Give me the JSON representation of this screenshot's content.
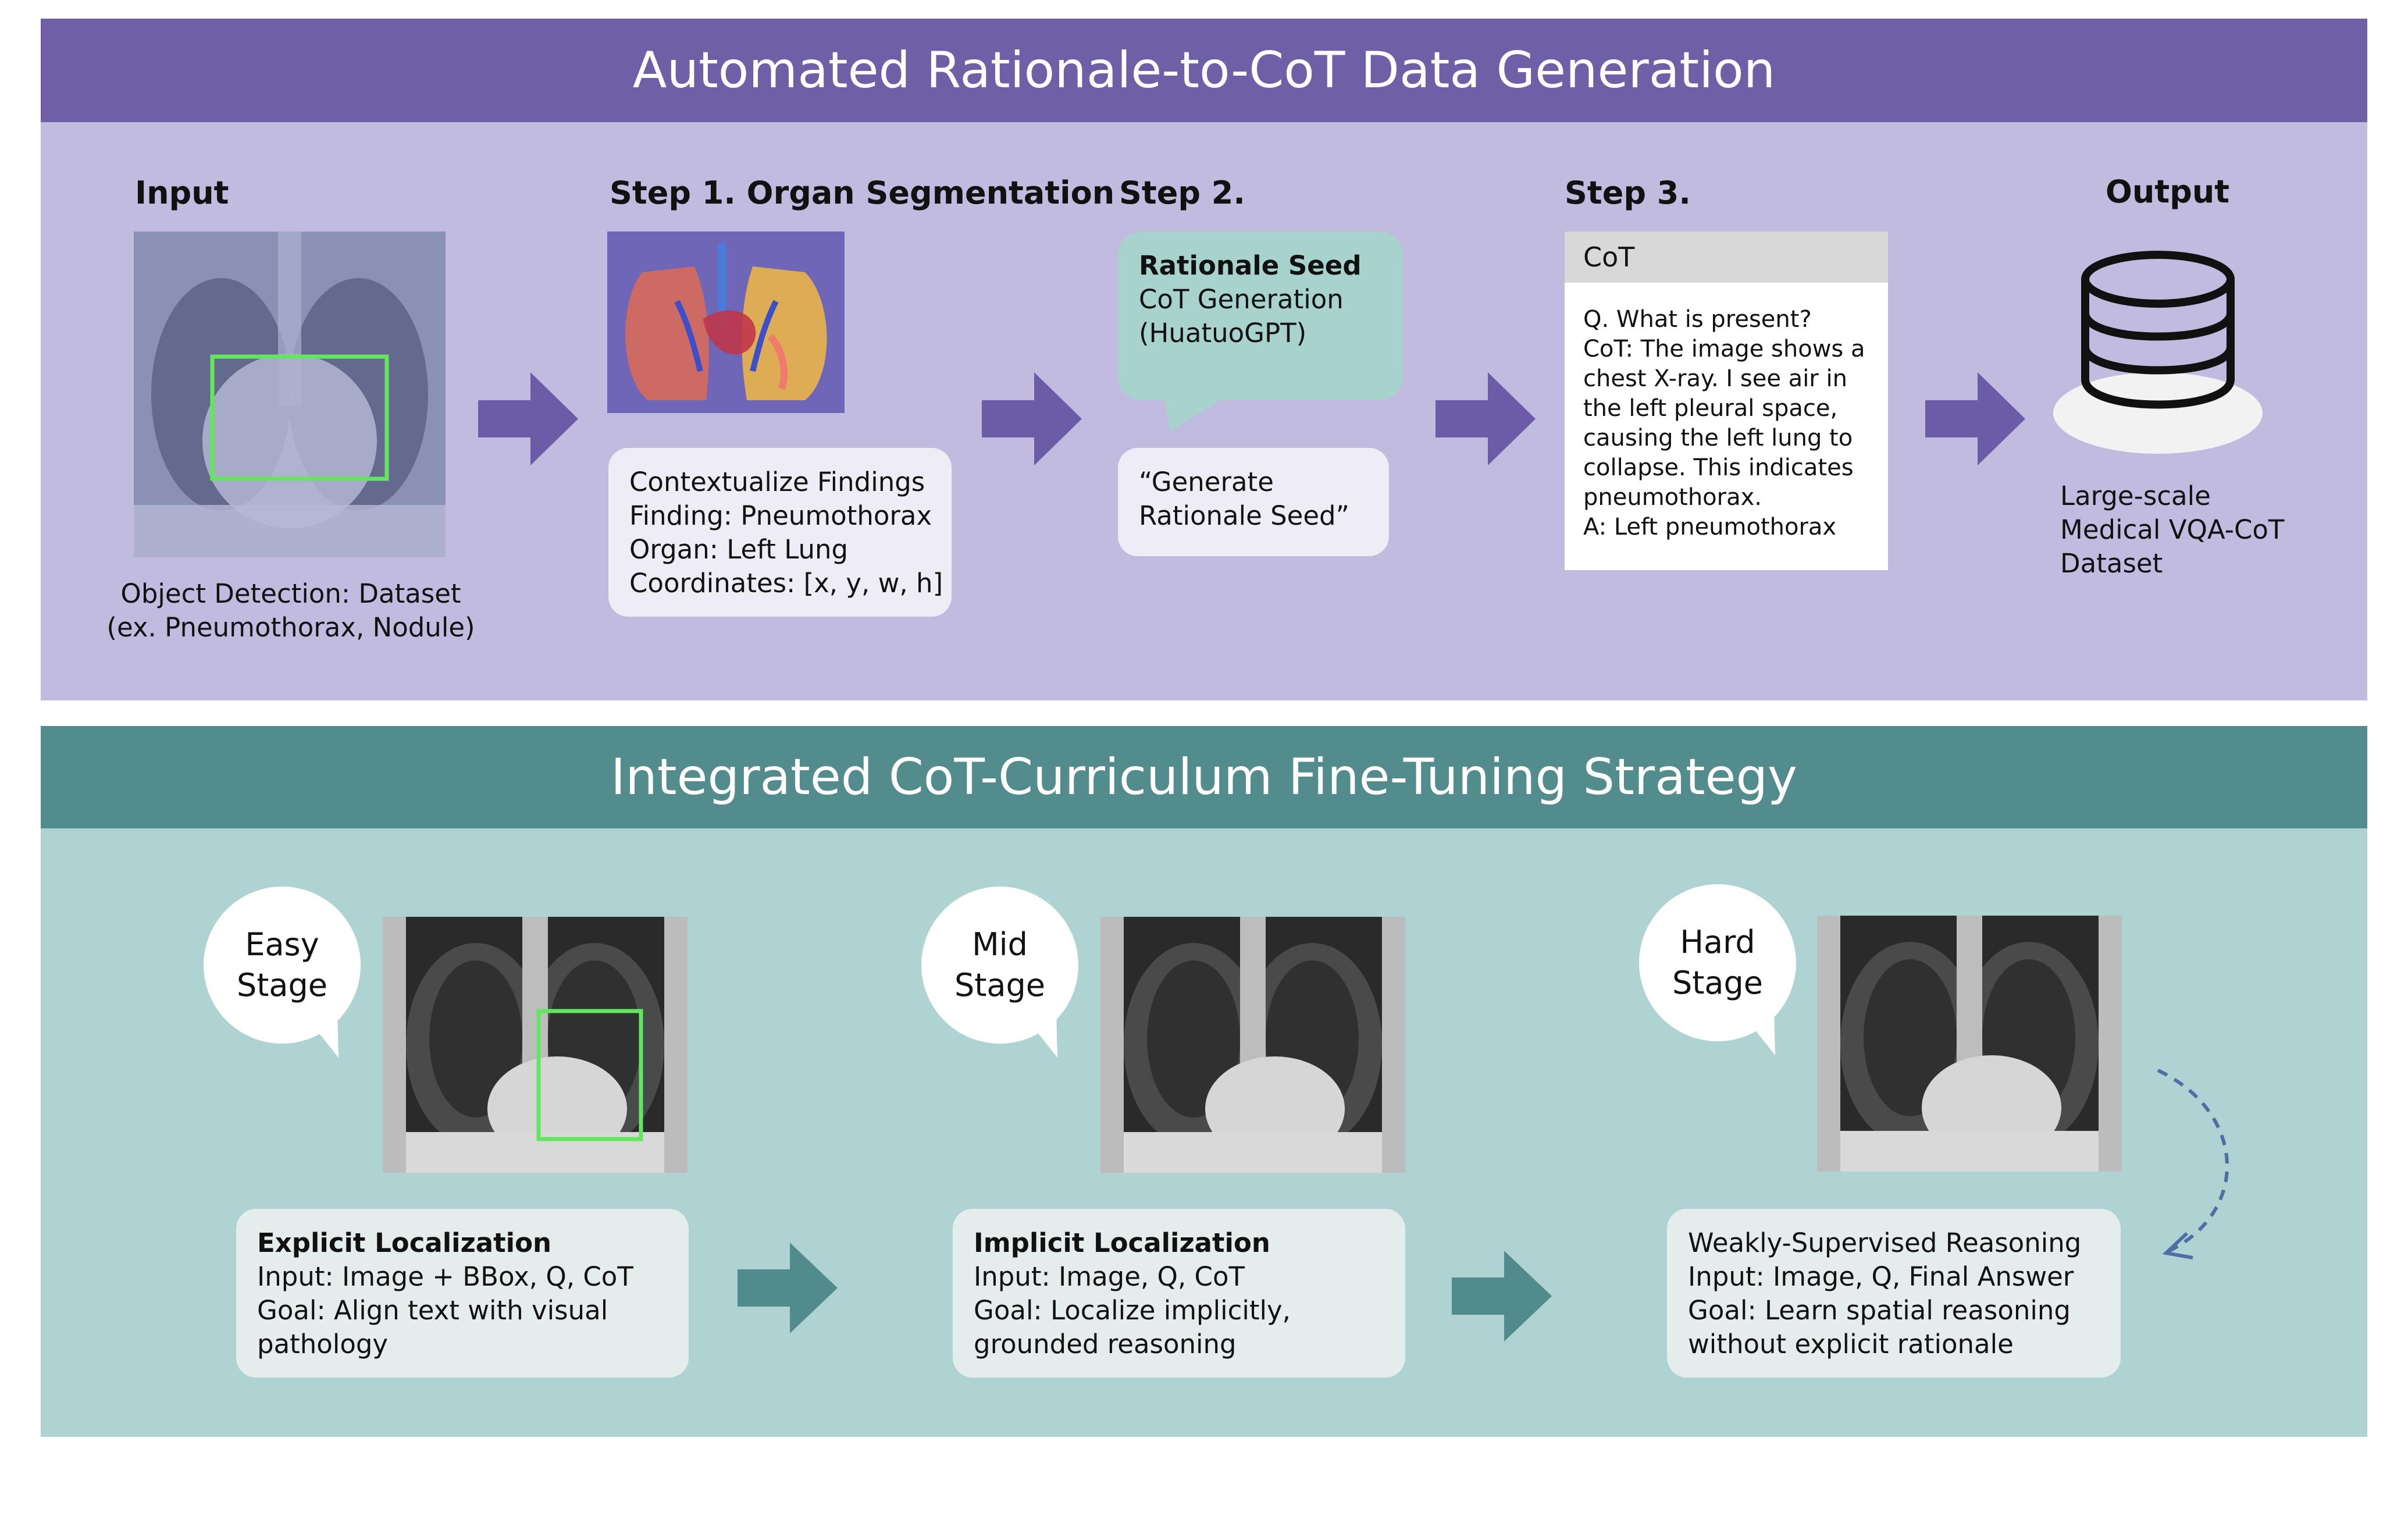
{
  "top": {
    "title": "Automated Rationale-to-CoT Data Generation",
    "input_label": "Input",
    "input_caption": [
      "Object Detection: Dataset",
      "(ex. Pneumothorax, Nodule)"
    ],
    "step1_label": "Step 1. Organ Segmentation",
    "step1_box": [
      "Contextualize Findings",
      "Finding: Pneumothorax",
      "Organ: Left Lung",
      "Coordinates: [x, y, w, h]"
    ],
    "step2_label": "Step 2.",
    "step2_bubble_title": "Rationale Seed",
    "step2_bubble_lines": [
      "CoT Generation",
      "(HuatuoGPT)"
    ],
    "step2_prompt": [
      "“Generate",
      "Rationale Seed”"
    ],
    "step3_label": "Step 3.",
    "step3_cot_header": "CoT",
    "step3_cot_lines": [
      "Q. What is present?",
      "CoT: The image shows a",
      "chest X-ray. I see air in",
      "the left pleural space,",
      "causing the left lung to",
      "collapse. This indicates",
      "pneumothorax.",
      "A: Left pneumothorax"
    ],
    "output_label": "Output",
    "output_caption": [
      "Large-scale",
      "Medical VQA-CoT",
      "Dataset"
    ]
  },
  "bottom": {
    "title": "Integrated CoT-Curriculum Fine-Tuning Strategy",
    "stages": [
      {
        "bubble": [
          "Easy",
          "Stage"
        ],
        "box_title": "Explicit Localization",
        "box_lines": [
          "Input: Image + BBox, Q, CoT",
          "Goal: Align text with visual",
          "pathology"
        ]
      },
      {
        "bubble": [
          "Mid",
          "Stage"
        ],
        "box_title": "Implicit Localization",
        "box_lines": [
          "Input: Image, Q, CoT",
          "Goal: Localize implicitly,",
          "grounded reasoning"
        ]
      },
      {
        "bubble": [
          "Hard",
          "Stage"
        ],
        "box_title": "",
        "box_lines": [
          "Weakly-Supervised Reasoning",
          "Input: Image, Q, Final Answer",
          "Goal: Learn spatial reasoning",
          "without explicit rationale"
        ]
      }
    ]
  },
  "colors": {
    "top_header": "#6e5fa6",
    "top_panel": "#c2bbe0",
    "top_arrow": "#6c5ba6",
    "step_box": "#eeecf5",
    "seed_bubble": "#a8d3cc",
    "bottom_header": "#538c8c",
    "bottom_panel": "#afd3d2",
    "bottom_arrow": "#528b8b",
    "stage_box": "#e4ecec",
    "bbox_green": "#62e65e"
  },
  "icons": [
    "right-arrow-icon",
    "database-icon",
    "dashed-curved-arrow-icon"
  ]
}
